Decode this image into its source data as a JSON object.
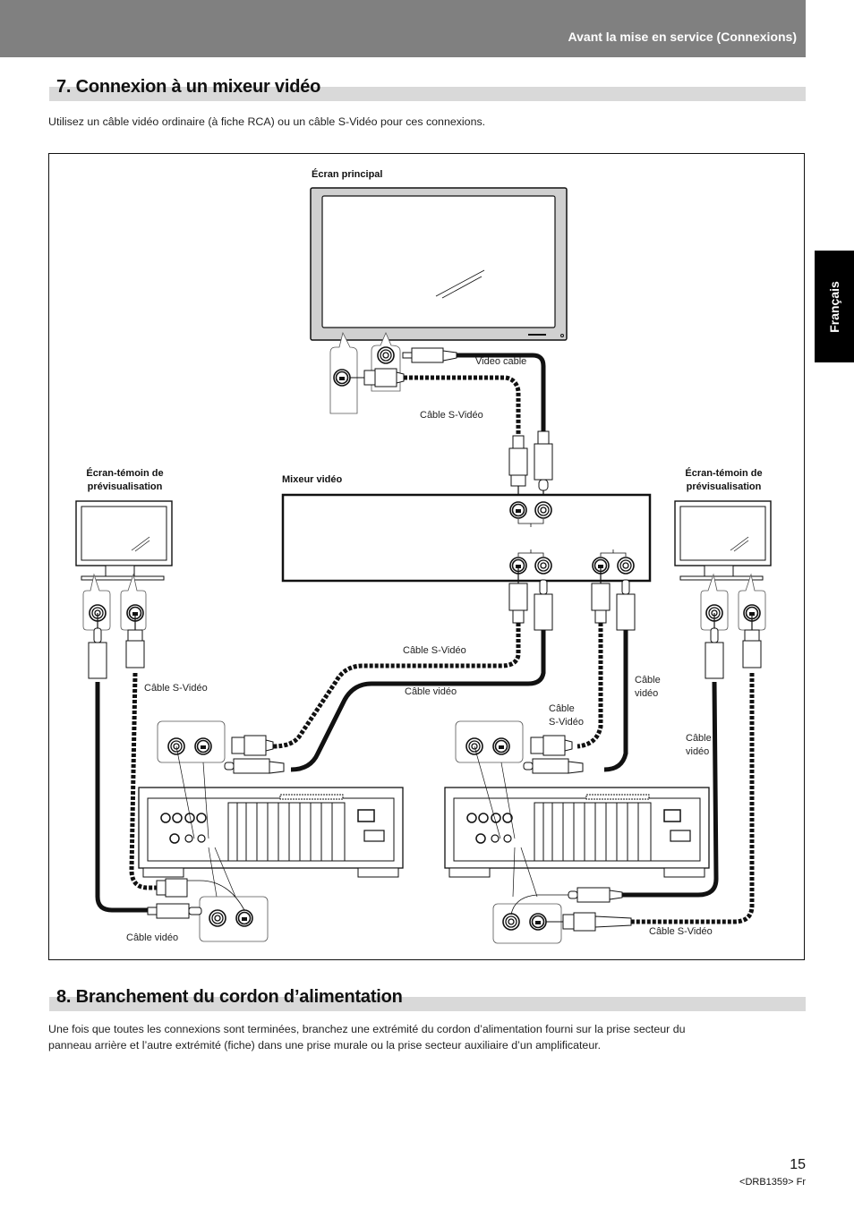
{
  "header": {
    "section_label": "Avant la mise en service (Connexions)"
  },
  "language_tab": {
    "label": "Français"
  },
  "section7": {
    "title": "7. Connexion à un mixeur vidéo",
    "intro": "Utilisez un câble vidéo ordinaire (à fiche RCA) ou un câble S-Vidéo pour ces connexions."
  },
  "diagram": {
    "main_screen_label": "Écran principal",
    "video_mixer_label": "Mixeur vidéo",
    "preview_monitor_left_label_line1": "Écran-témoin de",
    "preview_monitor_left_label_line2": "prévisualisation",
    "preview_monitor_right_label_line1": "Écran-témoin de",
    "preview_monitor_right_label_line2": "prévisualisation",
    "cable_labels": {
      "video_cable_top": "Video cable",
      "s_video_cable_top": "Câble S-Vidéo",
      "s_video_cable_middle": "Câble S-Vidéo",
      "video_cable_middle": "Câble vidéo",
      "s_video_cable_left": "Câble S-Vidéo",
      "video_cable_right_mid_line1": "Câble",
      "video_cable_right_mid_line2": "vidéo",
      "s_video_cable_right_mid_line1": "Câble",
      "s_video_cable_right_mid_line2": "S-Vidéo",
      "video_cable_far_right_line1": "Câble",
      "video_cable_far_right_line2": "vidéo",
      "video_cable_bottom_left": "Câble vidéo",
      "s_video_cable_bottom_right": "Câble S-Vidéo"
    }
  },
  "section8": {
    "title": "8. Branchement du cordon d’alimentation",
    "body_line1": "Une fois que toutes les connexions sont terminées, branchez une extrémité du cordon d’alimentation fourni sur la prise secteur du",
    "body_line2": "panneau arrière et l’autre extrémité (fiche) dans une prise murale ou la prise secteur auxiliaire d’un amplificateur."
  },
  "footer": {
    "page_number": "15",
    "doc_code": "<DRB1359> Fr"
  }
}
